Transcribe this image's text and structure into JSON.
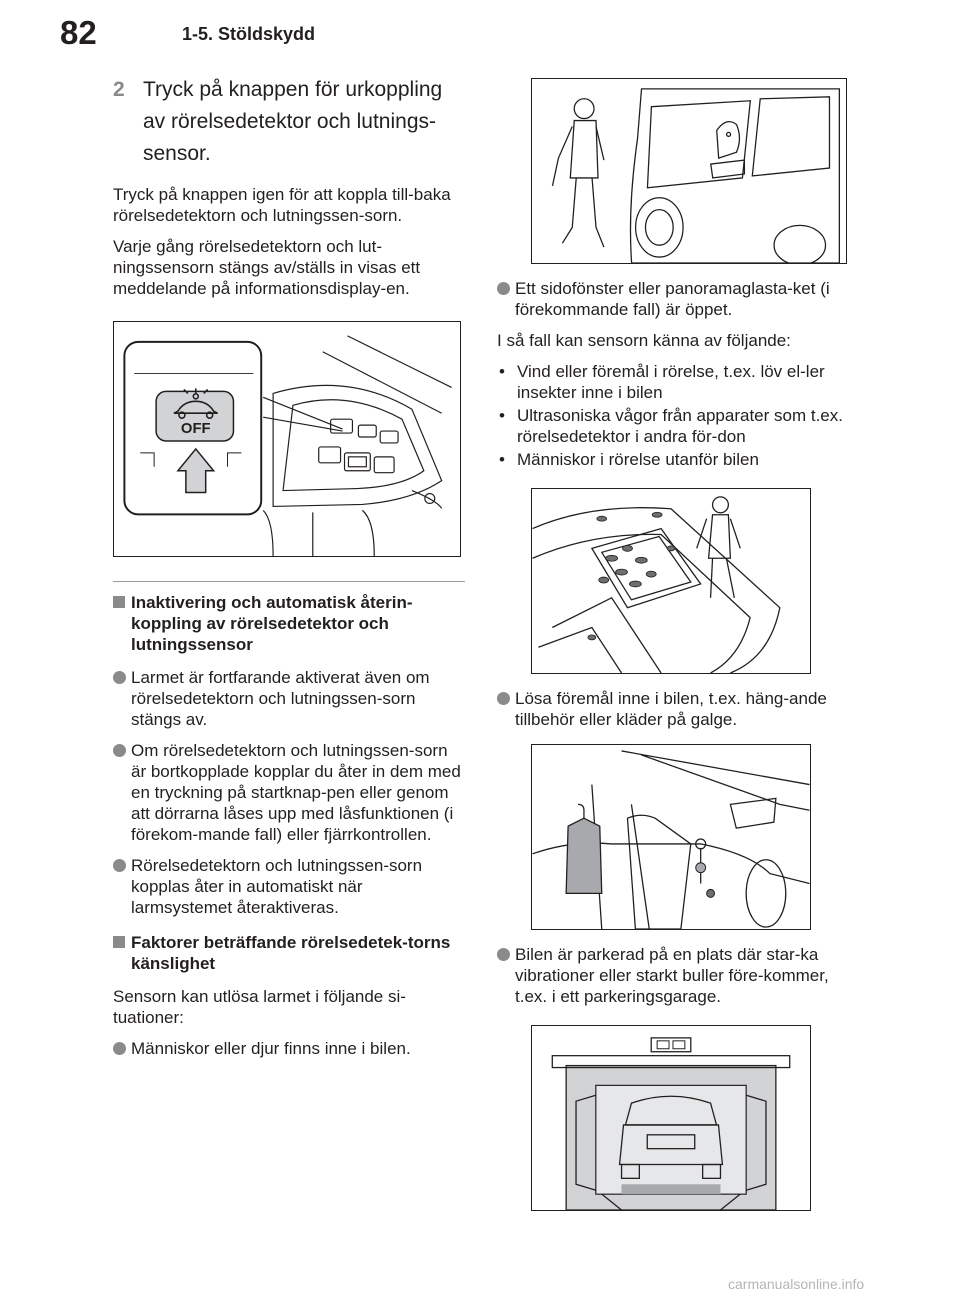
{
  "header": {
    "page_number": "82",
    "section": "1-5. Stöldskydd"
  },
  "left": {
    "step_num": "2",
    "step_text": "Tryck på knappen för urkoppling av rörelsedetektor och lutnings-sensor.",
    "para1": "Tryck på knappen igen för att koppla till-baka rörelsedetektorn och lutningssen-sorn.",
    "para2": "Varje gång rörelsedetektorn och lut-ningssensorn stängs av/ställs in visas ett meddelande på informationsdisplay-en.",
    "figure_button_label": "OFF",
    "heading1": "Inaktivering och automatisk återin-koppling av rörelsedetektor och lutningssensor",
    "bullets1": [
      "Larmet är fortfarande aktiverat även om rörelsedetektorn och lutningssen-sorn stängs av.",
      "Om rörelsedetektorn och lutningssen-sorn är bortkopplade kopplar du åter in dem med en tryckning på startknap-pen eller genom att dörrarna låses upp med låsfunktionen (i förekom-mande fall) eller fjärrkontrollen.",
      "Rörelsedetektorn och lutningssen-sorn kopplas åter in automatiskt när larmsystemet återaktiveras."
    ],
    "heading2": "Faktorer beträffande rörelsedetek-torns känslighet",
    "para3": "Sensorn kan utlösa larmet i följande si-tuationer:",
    "bullet_people": "Människor eller djur finns inne i bilen."
  },
  "right": {
    "bullet_window": "Ett sidofönster eller panoramaglasta-ket (i förekommande fall) är öppet.",
    "para_sense": "I så fall kan sensorn känna av följande:",
    "sub_items": [
      "Vind eller föremål i rörelse, t.ex. löv el-ler insekter inne i bilen",
      "Ultrasoniska vågor från apparater som t.ex. rörelsedetektor i andra för-don",
      "Människor i rörelse utanför bilen"
    ],
    "sub_marker": "•",
    "bullet_loose": "Lösa föremål inne i bilen, t.ex. häng-ande tillbehör eller kläder på galge.",
    "bullet_parked": "Bilen är parkerad på en plats där star-ka vibrationer eller starkt buller före-kommer, t.ex. i ett parkeringsgarage."
  },
  "footer": {
    "watermark": "carmanualsonline.info"
  }
}
